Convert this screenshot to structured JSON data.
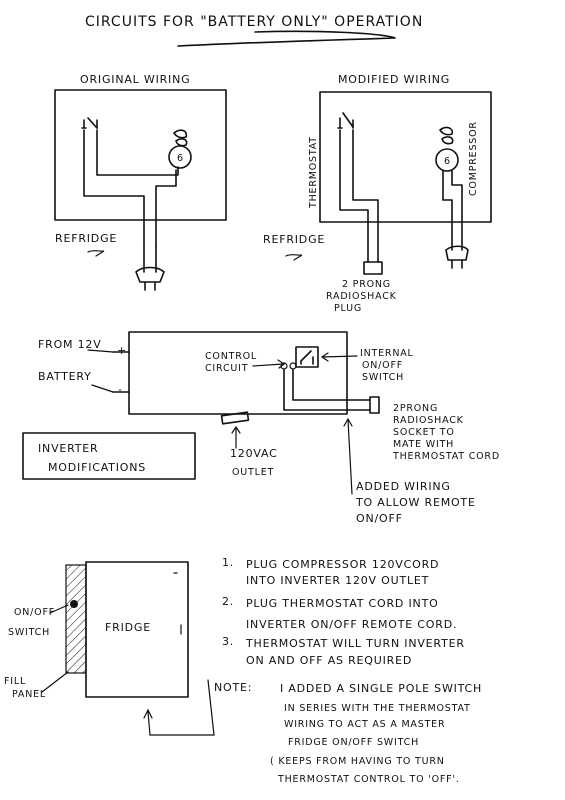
{
  "title": "CIRCUITS FOR \"BATTERY ONLY\" OPERATION",
  "original": {
    "heading": "ORIGINAL WIRING",
    "refridge": "REFRIDGE",
    "compressor_mark": "6"
  },
  "modified": {
    "heading": "MODIFIED WIRING",
    "thermostat": "THERMOSTAT",
    "compressor": "COMPRESSOR",
    "refridge": "REFRIDGE",
    "compressor_mark": "6",
    "plug_line1": "2 PRONG",
    "plug_line2": "RADIOSHACK",
    "plug_line3": "PLUG"
  },
  "inverter": {
    "from_line1": "FROM 12V",
    "from_line2": "BATTERY",
    "plus": "+",
    "minus": "-",
    "control_line1": "CONTROL",
    "control_line2": "CIRCUIT",
    "switch_line1": "INTERNAL",
    "switch_line2": "ON/OFF",
    "switch_line3": "SWITCH",
    "socket_line1": "2PRONG",
    "socket_line2": "RADIOSHACK",
    "socket_line3": "SOCKET TO",
    "socket_line4": "MATE WITH",
    "socket_line5": "THERMOSTAT CORD",
    "outlet_line1": "120VAC",
    "outlet_line2": "OUTLET",
    "label_line1": "INVERTER",
    "label_line2": "MODIFICATIONS",
    "added_line1": "ADDED WIRING",
    "added_line2": "TO ALLOW REMOTE",
    "added_line3": "ON/OFF"
  },
  "fridge": {
    "switch_line1": "ON/OFF",
    "switch_line2": "SWITCH",
    "fridge_label": "FRIDGE",
    "fill_line1": "FILL",
    "fill_line2": "PANEL"
  },
  "steps": [
    {
      "num": "1.",
      "line1": "PLUG COMPRESSOR 120VCORD",
      "line2": "INTO INVERTER 120V OUTLET"
    },
    {
      "num": "2.",
      "line1": "PLUG THERMOSTAT CORD INTO",
      "line2": "INVERTER ON/OFF REMOTE CORD."
    },
    {
      "num": "3.",
      "line1": "THERMOSTAT WILL TURN INVERTER",
      "line2": "ON AND OFF AS REQUIRED"
    }
  ],
  "note": {
    "label": "NOTE:",
    "line1": "I ADDED A SINGLE POLE SWITCH",
    "line2": "IN SERIES WITH THE THERMOSTAT",
    "line3": "WIRING TO ACT AS A MASTER",
    "line4": "FRIDGE ON/OFF SWITCH",
    "line5": "( KEEPS FROM HAVING TO TURN",
    "line6": "THERMOSTAT CONTROL TO 'OFF'."
  }
}
